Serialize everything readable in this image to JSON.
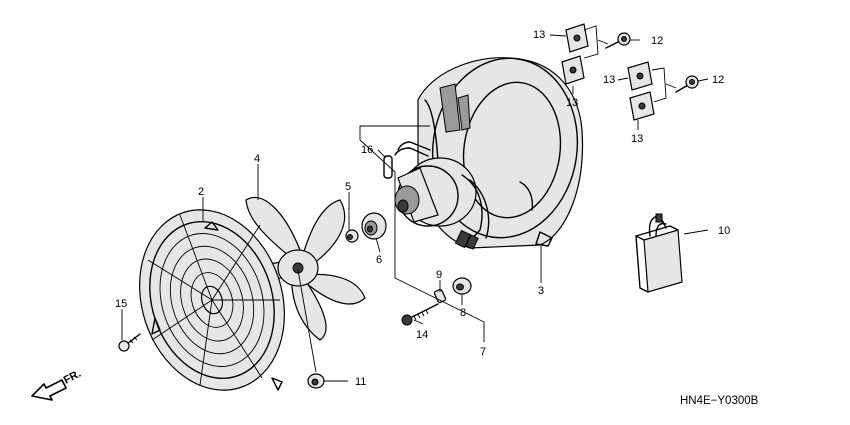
{
  "diagram_code": "HN4E−Y0300B",
  "direction_label": "FR.",
  "callouts": {
    "p2": "2",
    "p3": "3",
    "p4": "4",
    "p5": "5",
    "p6": "6",
    "p7": "7",
    "p8": "8",
    "p9": "9",
    "p10": "10",
    "p11": "11",
    "p12a": "12",
    "p12b": "12",
    "p13a": "13",
    "p13b": "13",
    "p13c": "13",
    "p13d": "13",
    "p14": "14",
    "p15": "15",
    "p16": "16"
  },
  "parts": [
    "fan-guard",
    "fan-shroud",
    "fan-blade",
    "collar",
    "cushion-rubber",
    "fan-motor-assembly",
    "nut",
    "collar-small",
    "relay",
    "flange-nut",
    "bolt",
    "clip-nut",
    "bolt-washer",
    "screw",
    "breather-tube"
  ]
}
